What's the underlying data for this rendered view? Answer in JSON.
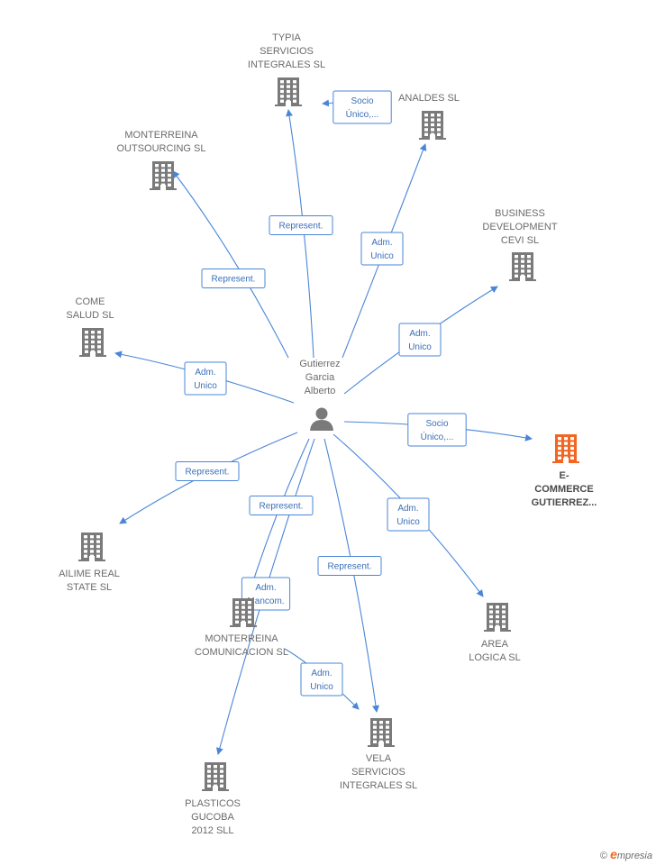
{
  "colors": {
    "edge": "#4a86d8",
    "building": "#7a7a7a",
    "highlight": "#f26522",
    "person": "#7a7a7a"
  },
  "person": {
    "name_lines": [
      "Gutierrez",
      "Garcia",
      "Alberto"
    ],
    "icon": "person-icon"
  },
  "companies": [
    {
      "id": "typia",
      "lines": [
        "TYPIA",
        "SERVICIOS",
        "INTEGRALES SL"
      ],
      "icon": "building-icon"
    },
    {
      "id": "analdes",
      "lines": [
        "ANALDES SL"
      ],
      "icon": "building-icon"
    },
    {
      "id": "monterreina_out",
      "lines": [
        "MONTERREINA",
        "OUTSOURCING SL"
      ],
      "icon": "building-icon"
    },
    {
      "id": "business",
      "lines": [
        "BUSINESS",
        "DEVELOPMENT",
        "CEVI SL"
      ],
      "icon": "building-icon"
    },
    {
      "id": "come",
      "lines": [
        "COME",
        "SALUD  SL"
      ],
      "icon": "building-icon"
    },
    {
      "id": "ecommerce",
      "lines": [
        "E-",
        "COMMERCE",
        "GUTIERREZ..."
      ],
      "icon": "building-icon",
      "highlight": true
    },
    {
      "id": "ailime",
      "lines": [
        "AILIME REAL",
        "STATE  SL"
      ],
      "icon": "building-icon"
    },
    {
      "id": "area",
      "lines": [
        "AREA",
        "LOGICA SL"
      ],
      "icon": "building-icon"
    },
    {
      "id": "monterreina_com",
      "lines": [
        "MONTERREINA",
        "COMUNICACION SL"
      ],
      "icon": "building-icon"
    },
    {
      "id": "vela",
      "lines": [
        "VELA",
        "SERVICIOS",
        "INTEGRALES SL"
      ],
      "icon": "building-icon"
    },
    {
      "id": "plasticos",
      "lines": [
        "PLASTICOS",
        "GUCOBA",
        "2012 SLL"
      ],
      "icon": "building-icon"
    }
  ],
  "relations": [
    {
      "from": "person",
      "to": "typia",
      "lines": [
        "Represent."
      ]
    },
    {
      "from": "analdes",
      "to": "typia",
      "lines": [
        "Socio",
        "Único,..."
      ]
    },
    {
      "from": "person",
      "to": "analdes",
      "lines": [
        "Adm.",
        "Unico"
      ]
    },
    {
      "from": "person",
      "to": "monterreina_out",
      "lines": [
        "Represent."
      ]
    },
    {
      "from": "person",
      "to": "business",
      "lines": [
        "Adm.",
        "Unico"
      ]
    },
    {
      "from": "person",
      "to": "come",
      "lines": [
        "Adm.",
        "Unico"
      ]
    },
    {
      "from": "person",
      "to": "ecommerce",
      "lines": [
        "Socio",
        "Único,..."
      ]
    },
    {
      "from": "person",
      "to": "ailime",
      "lines": [
        "Represent."
      ]
    },
    {
      "from": "person",
      "to": "area",
      "lines": [
        "Adm.",
        "Unico"
      ]
    },
    {
      "from": "person",
      "to": "monterreina_com",
      "lines": [
        "Represent."
      ]
    },
    {
      "from": "person",
      "to": "plasticos",
      "lines": [
        "Adm.",
        "Mancom."
      ]
    },
    {
      "from": "person",
      "to": "vela",
      "lines": [
        "Represent."
      ]
    },
    {
      "from": "monterreina_com",
      "to": "vela",
      "lines": [
        "Adm.",
        "Unico"
      ]
    }
  ],
  "footer": {
    "copyright": "©",
    "brand_initial": "e",
    "brand_rest": "mpresia"
  }
}
